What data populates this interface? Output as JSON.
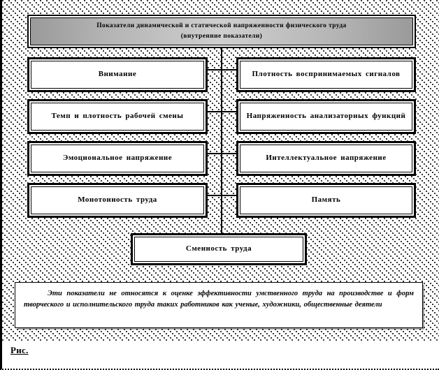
{
  "figure": {
    "title": "Показатели  динамической  и  статической  напряженности  физического  труда",
    "subtitle": "(внутренние  показатели)",
    "caption": "Рис."
  },
  "nodes": {
    "left": [
      {
        "id": "attention",
        "label": "Внимание"
      },
      {
        "id": "pace-density",
        "label": "Темп  и  плотность   рабочей  смены"
      },
      {
        "id": "emotional-tension",
        "label": "Эмоциональное  напряжение"
      },
      {
        "id": "monotony",
        "label": "Монотонность  труда"
      }
    ],
    "right": [
      {
        "id": "signal-density",
        "label": "Плотность  воспринимаемых  сигналов"
      },
      {
        "id": "analyzer-tension",
        "label": "Напряженность  анализаторных  функций"
      },
      {
        "id": "intellectual-tension",
        "label": "Интеллектуальное  напряжение"
      },
      {
        "id": "memory",
        "label": "Память"
      }
    ],
    "bottom": {
      "id": "shift-work",
      "label": "Сменность  труда"
    }
  },
  "note": {
    "text": "Эти показатели не относятся к оценке эффективности умственного труда на производстве и форм творческого и исполнительского труда таких работников как ученые, художники, общественные деятели"
  },
  "colors": {
    "ink": "#000000",
    "paper": "#ffffff",
    "banner_edge": "#9a9a9a",
    "banner_center": "#cfcfcf"
  }
}
